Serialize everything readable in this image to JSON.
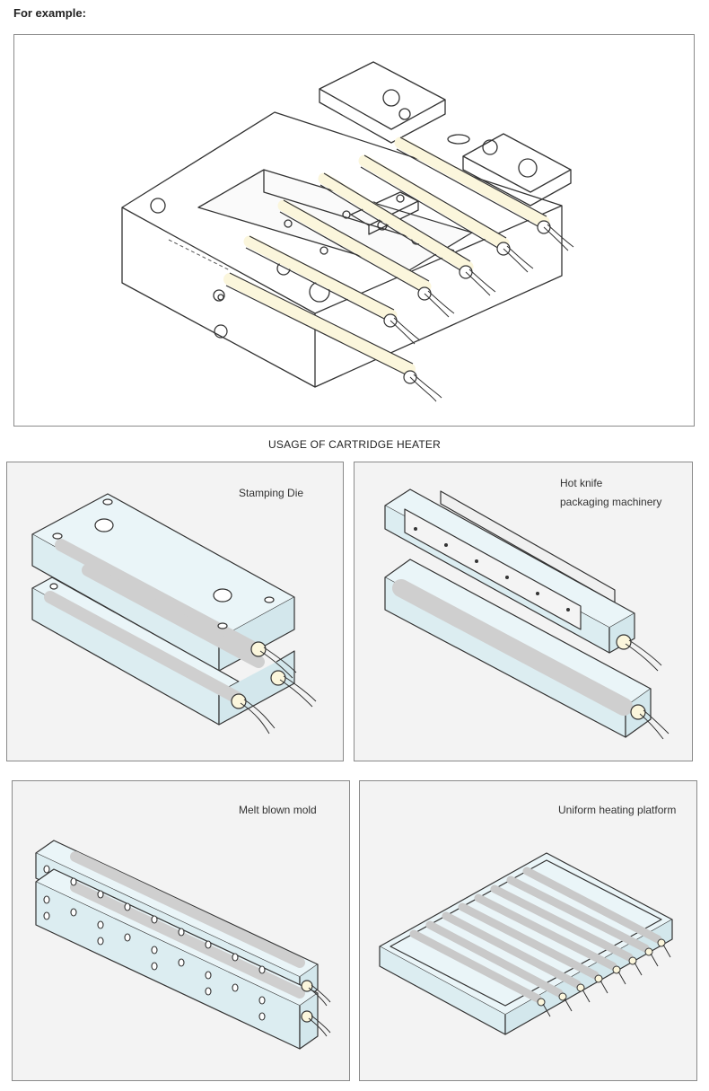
{
  "header": {
    "intro": "For example:"
  },
  "section": {
    "caption": "USAGE OF CARTRIDGE HEATER"
  },
  "panels": {
    "stamping": {
      "label": "Stamping Die"
    },
    "hotknife": {
      "line1": "Hot knife",
      "line2": "packaging machinery"
    },
    "meltblown": {
      "label": "Melt blown mold"
    },
    "platform": {
      "label": "Uniform heating platform"
    }
  },
  "colors": {
    "outline": "#333333",
    "block": "#e6f3f6",
    "heater": "#fbf6dc",
    "rod": "#cfcfcf"
  }
}
